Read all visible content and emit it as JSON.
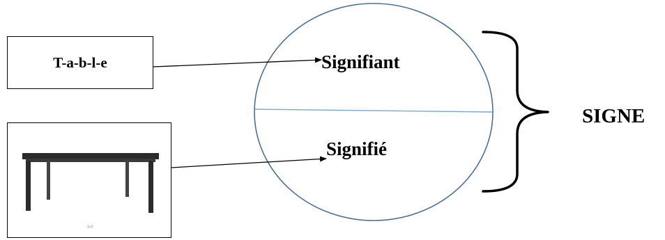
{
  "word_box": {
    "text": "T-a-b-l-e"
  },
  "image": {
    "subject": "table",
    "caption": "Jeff"
  },
  "labels": {
    "signifiant": "Signifiant",
    "signifie": "Signifié",
    "signe": "SIGNE"
  },
  "colors": {
    "circle_stroke": "#4a6f98",
    "divider": "#7aa7d0",
    "text": "#000000",
    "table": "#2b2b2b"
  }
}
